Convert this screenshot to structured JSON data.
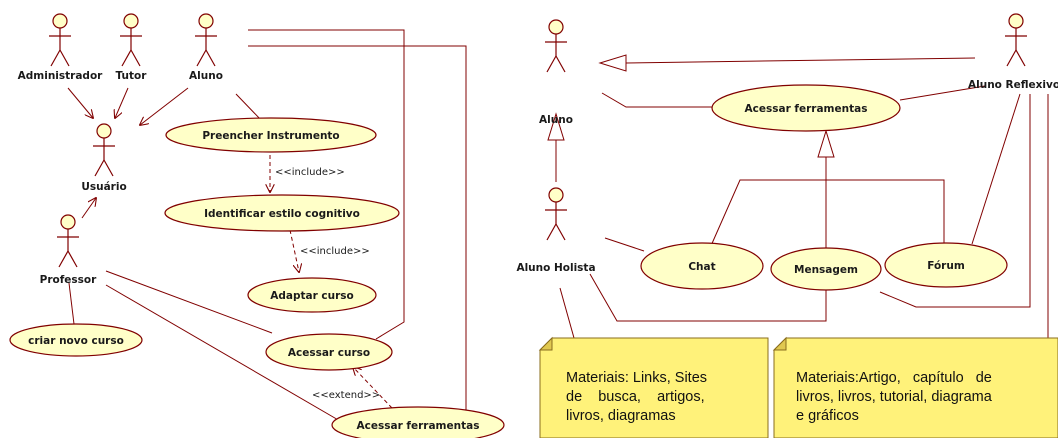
{
  "colors": {
    "line": "#800000",
    "usecase_fill": "#ffffc8",
    "note_fill": "#fff27a",
    "note_border": "#8a6d1e"
  },
  "left": {
    "actors": {
      "administrador": "Administrador",
      "tutor": "Tutor",
      "aluno": "Aluno",
      "usuario": "Usuário",
      "professor": "Professor"
    },
    "usecases": {
      "preencher": "Preencher Instrumento",
      "identificar": "Identificar estilo cognitivo",
      "adaptar": "Adaptar curso",
      "criar": "criar novo curso",
      "acessar_curso": "Acessar curso",
      "acessar_ferramentas": "Acessar ferramentas"
    },
    "stereotypes": {
      "include1": "<<include>>",
      "include2": "<<include>>",
      "extend": "<<extend>>"
    }
  },
  "right": {
    "actors": {
      "aluno": "Aluno",
      "aluno_reflexivo": "Aluno Reflexivo",
      "aluno_holista": "Aluno Holista"
    },
    "usecases": {
      "acessar_ferramentas": "Acessar ferramentas",
      "chat": "Chat",
      "mensagem": "Mensagem",
      "forum": "Fórum"
    },
    "notes": {
      "note1": [
        "Materiais: Links, Sites",
        "de    busca,    artigos,",
        "livros, diagramas"
      ],
      "note2": [
        "Materiais:Artigo,   capítulo   de",
        "livros, livros, tutorial, diagrama",
        "e gráficos"
      ]
    }
  }
}
